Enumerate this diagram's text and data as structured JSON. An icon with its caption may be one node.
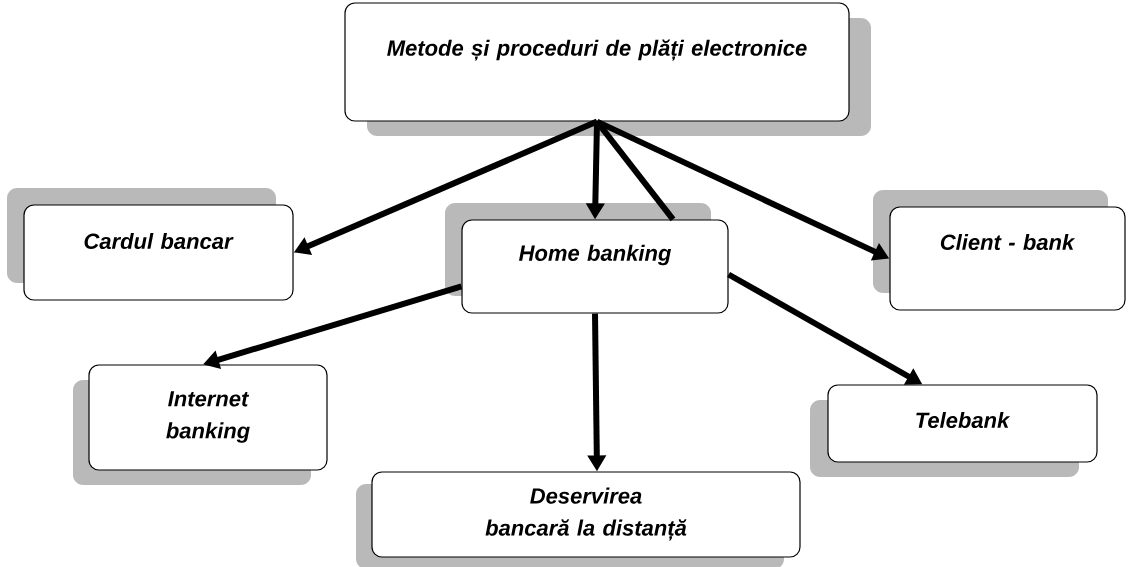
{
  "diagram": {
    "nodes": [
      {
        "text": [
          "Metode și proceduri de plăți electronice"
        ]
      },
      {
        "text": [
          "Cardul bancar"
        ]
      },
      {
        "text": [
          "Home banking"
        ]
      },
      {
        "text": [
          "Client - bank"
        ]
      },
      {
        "text": [
          "Internet banking"
        ]
      },
      {
        "text": [
          "Deservirea bancară la distanță"
        ]
      },
      {
        "text": [
          "Telebank"
        ]
      }
    ],
    "edges": [
      {
        "from": 0,
        "to": 1,
        "arrow": "to"
      },
      {
        "from": 0,
        "to": 2,
        "arrow": "to"
      },
      {
        "from": 0,
        "to": 2,
        "arrow": "none"
      },
      {
        "from": 0,
        "to": 3,
        "arrow": "to"
      },
      {
        "from": 2,
        "to": 4,
        "arrow": "to"
      },
      {
        "from": 2,
        "to": 5,
        "arrow": "to"
      },
      {
        "from": 2,
        "to": 6,
        "arrow": "to"
      }
    ]
  }
}
